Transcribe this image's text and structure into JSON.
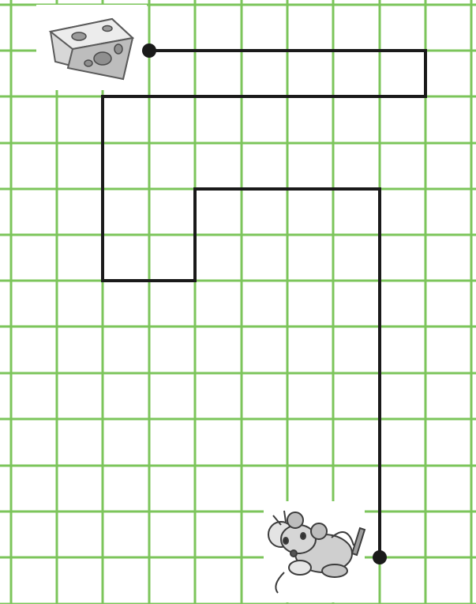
{
  "grid": {
    "columns": 10,
    "rows": 13,
    "line_color": "#7cc55b",
    "background": "#ffffff"
  },
  "path": {
    "color": "#1a1a1a",
    "start_point": "cheese",
    "end_point": "mouse",
    "moves": [
      {
        "direction": "right",
        "cells": 6
      },
      {
        "direction": "down",
        "cells": 1
      },
      {
        "direction": "left",
        "cells": 7
      },
      {
        "direction": "down",
        "cells": 4
      },
      {
        "direction": "right",
        "cells": 2
      },
      {
        "direction": "up",
        "cells": 2
      },
      {
        "direction": "right",
        "cells": 4
      },
      {
        "direction": "down",
        "cells": 8
      }
    ]
  },
  "pictures": {
    "cheese": {
      "icon": "cheese-icon"
    },
    "mouse": {
      "icon": "mouse-icon"
    }
  }
}
